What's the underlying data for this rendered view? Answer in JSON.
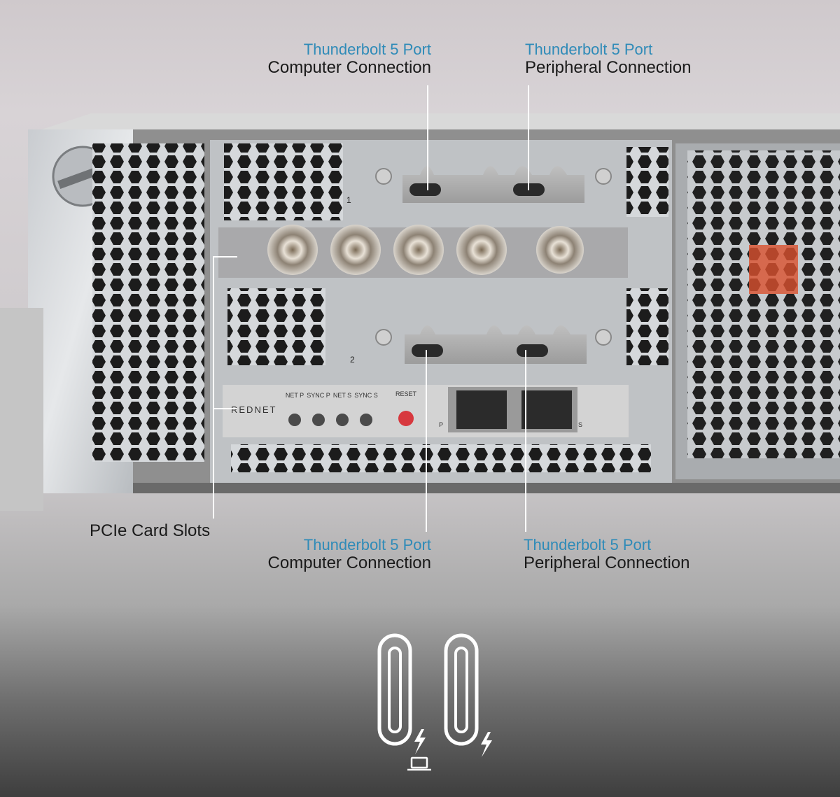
{
  "callouts": {
    "top_left": {
      "title": "Thunderbolt 5 Port",
      "subtitle": "Computer Connection"
    },
    "top_right": {
      "title": "Thunderbolt 5 Port",
      "subtitle": "Peripheral Connection"
    },
    "bottom_left": {
      "title": "Thunderbolt 5 Port",
      "subtitle": "Computer Connection"
    },
    "bottom_right": {
      "title": "Thunderbolt 5 Port",
      "subtitle": "Peripheral Connection"
    },
    "slots": "PCIe Card Slots"
  },
  "panel_labels": {
    "brand": "REDNET",
    "led_labels": [
      "NET P",
      "SYNC P",
      "NET S",
      "SYNC S"
    ],
    "reset": "RESET",
    "slot_1": "1",
    "slot_2": "2",
    "ethernet_p": "P",
    "ethernet_s": "S"
  },
  "icons": [
    "thunderbolt-computer-port-icon",
    "thunderbolt-peripheral-port-icon",
    "laptop-icon",
    "lightning-bolt-icon"
  ],
  "colors": {
    "accent": "#2f8bb8",
    "text": "#1a1a1a",
    "reset_button": "#d7383e",
    "leader_line": "#ffffff"
  }
}
